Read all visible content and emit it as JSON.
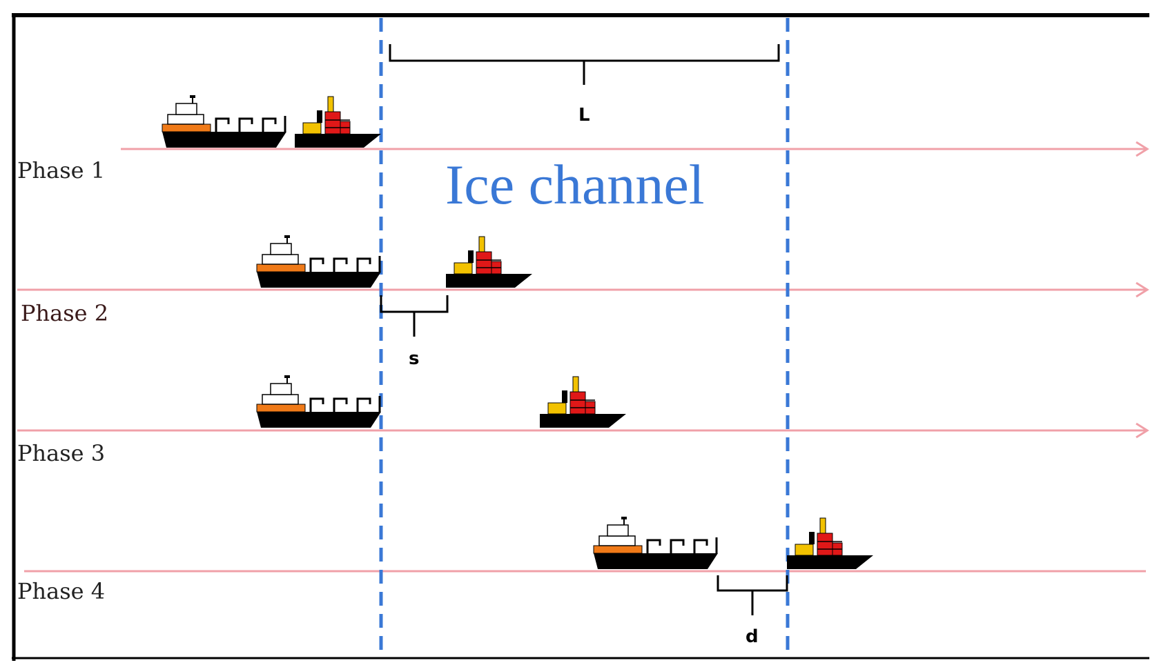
{
  "title": "Ice channel",
  "colors": {
    "frame": "#000000",
    "channel_boundary": "#3a78d6",
    "track": "#f0a0a8",
    "title": "#3a78d6",
    "label": "#222222",
    "phase2_label": "#3a1a1a",
    "hull": "#000000",
    "icebreaker_red": "#e01818",
    "icebreaker_yellow": "#f2c200",
    "merchant_orange": "#f07a18",
    "merchant_white": "#ffffff"
  },
  "phases": [
    {
      "label": "Phase 1"
    },
    {
      "label": "Phase 2"
    },
    {
      "label": "Phase 3"
    },
    {
      "label": "Phase 4"
    }
  ],
  "dimensions": {
    "channel_length": "L",
    "separation": "s",
    "distance": "d"
  },
  "icons": {
    "merchant": "cargo-ship-icon",
    "icebreaker": "icebreaker-ship-icon"
  }
}
